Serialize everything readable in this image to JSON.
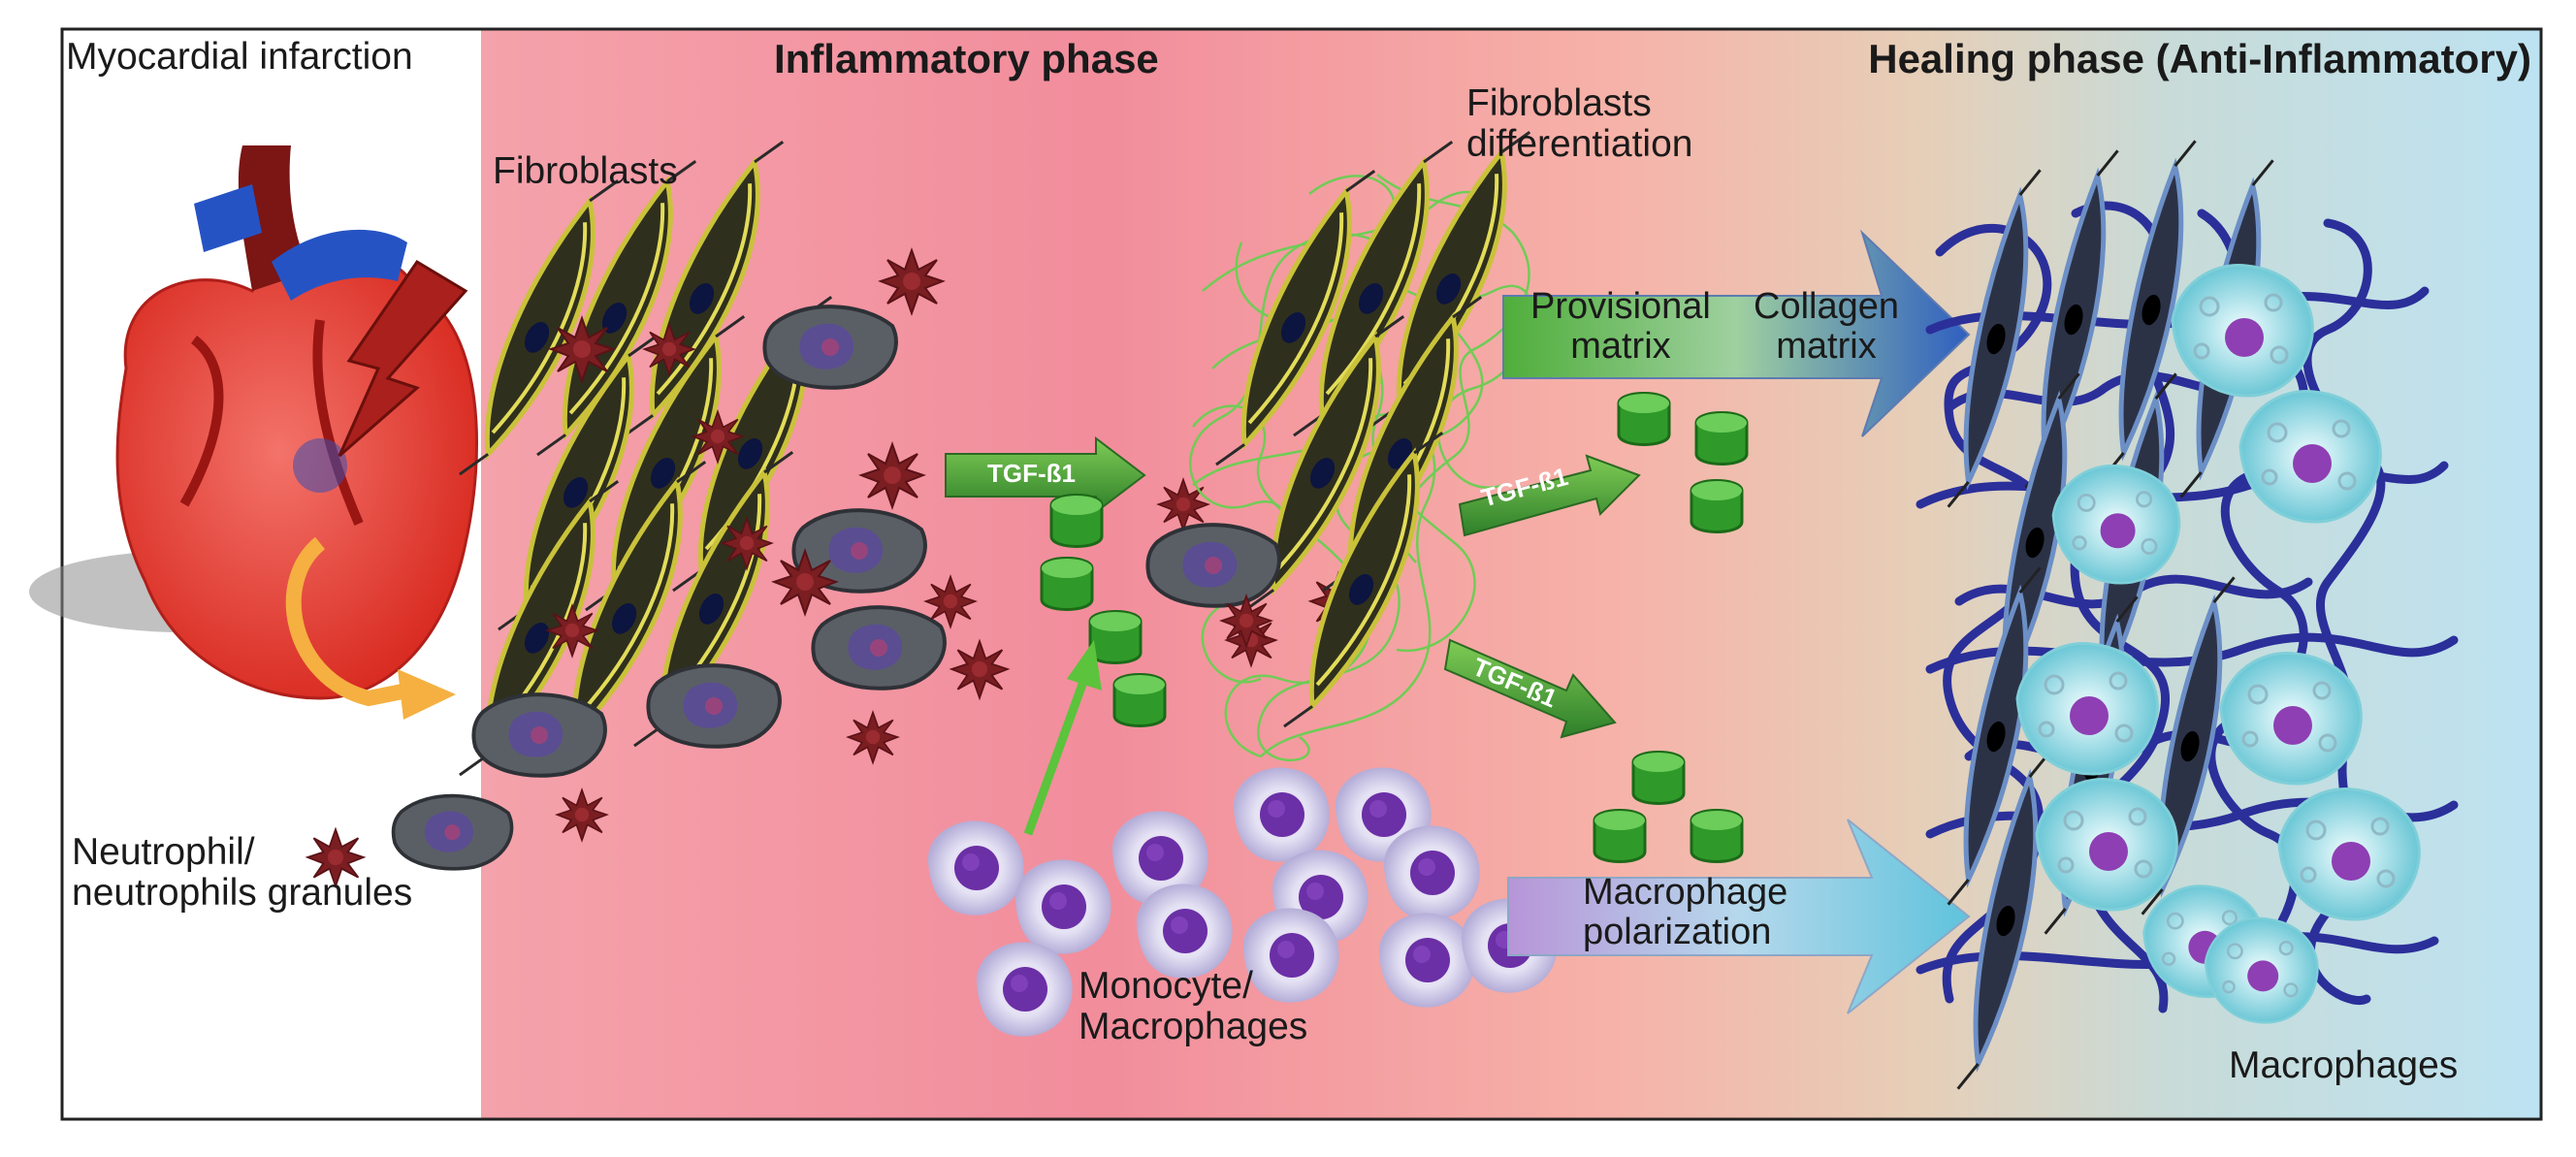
{
  "headers": {
    "myocardial_infarction": "Myocardial infarction",
    "inflammatory_phase": "Inflammatory phase",
    "healing_phase": "Healing phase (Anti-Inflammatory)"
  },
  "labels": {
    "fibroblasts": "Fibroblasts",
    "fibroblasts_diff_1": "Fibroblasts",
    "fibroblasts_diff_2": "differentiation",
    "provisional_1": "Provisional",
    "provisional_2": "matrix",
    "collagen_1": "Collagen",
    "collagen_2": "matrix",
    "neutrophil_1": "Neutrophil/",
    "neutrophil_2": "neutrophils granules",
    "monocyte_1": "Monocyte/",
    "monocyte_2": "Macrophages",
    "polarization_1": "Macrophage",
    "polarization_2": "polarization",
    "macrophages": "Macrophages",
    "tgf_1": "TGF-ß1",
    "tgf_2": "TGF-ß1",
    "tgf_3": "TGF-ß1"
  },
  "colors": {
    "inflammatory_bg": "#f39ba6",
    "healing_bg": "#bfe4f1",
    "fibroblast": "#c9c23a",
    "neutrophil": "#7a1e22",
    "tgf_green": "#3e9b35",
    "collagen_blue": "#2b2f9a",
    "macrophage_nucleus": "#6b2fa6",
    "heart_red": "#e0342d",
    "aorta_blue": "#2653c4"
  }
}
